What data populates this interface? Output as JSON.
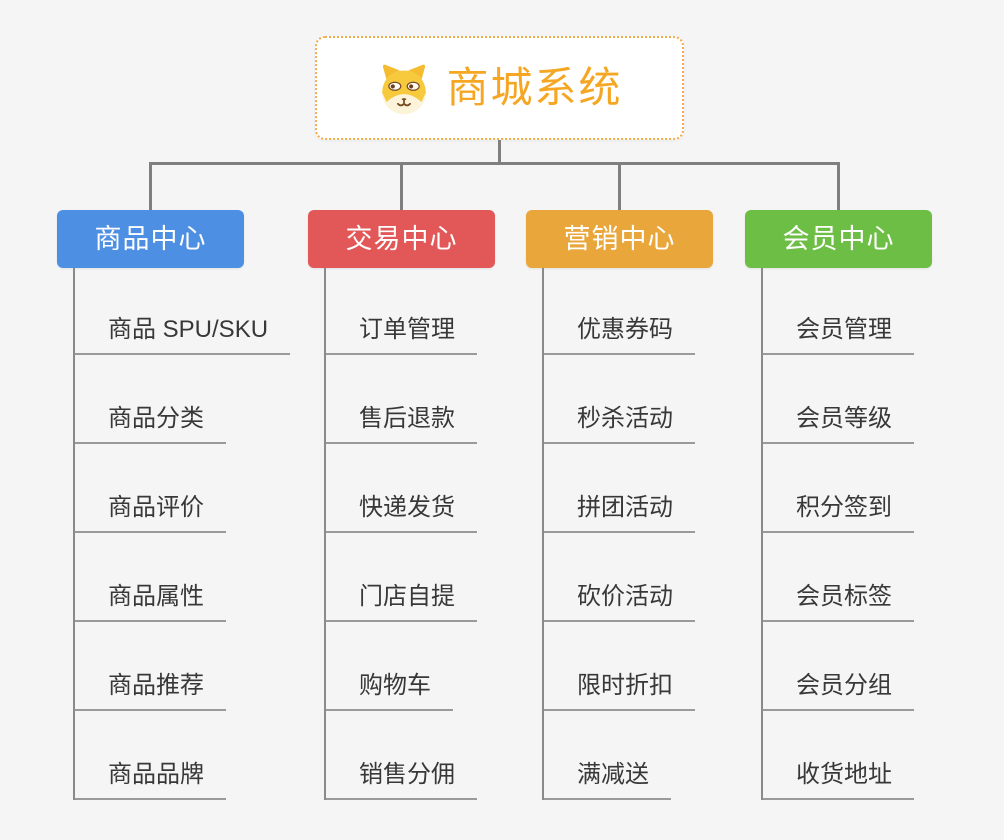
{
  "root": {
    "title": "商城系统",
    "icon": "dog-face"
  },
  "branches": [
    {
      "label": "商品中心",
      "color": "#4D8FE3",
      "children": [
        "商品 SPU/SKU",
        "商品分类",
        "商品评价",
        "商品属性",
        "商品推荐",
        "商品品牌"
      ]
    },
    {
      "label": "交易中心",
      "color": "#E25757",
      "children": [
        "订单管理",
        "售后退款",
        "快递发货",
        "门店自提",
        "购物车",
        "销售分佣"
      ]
    },
    {
      "label": "营销中心",
      "color": "#E9A63B",
      "children": [
        "优惠券码",
        "秒杀活动",
        "拼团活动",
        "砍价活动",
        "限时折扣",
        "满减送"
      ]
    },
    {
      "label": "会员中心",
      "color": "#6CBE44",
      "children": [
        "会员管理",
        "会员等级",
        "积分签到",
        "会员标签",
        "会员分组",
        "收货地址"
      ]
    }
  ],
  "colors": {
    "background": "#F5F5F5",
    "root_accent": "#F5A623",
    "connector": "#7F7F7F",
    "leaf_underline": "#999999",
    "leaf_text": "#383838"
  }
}
